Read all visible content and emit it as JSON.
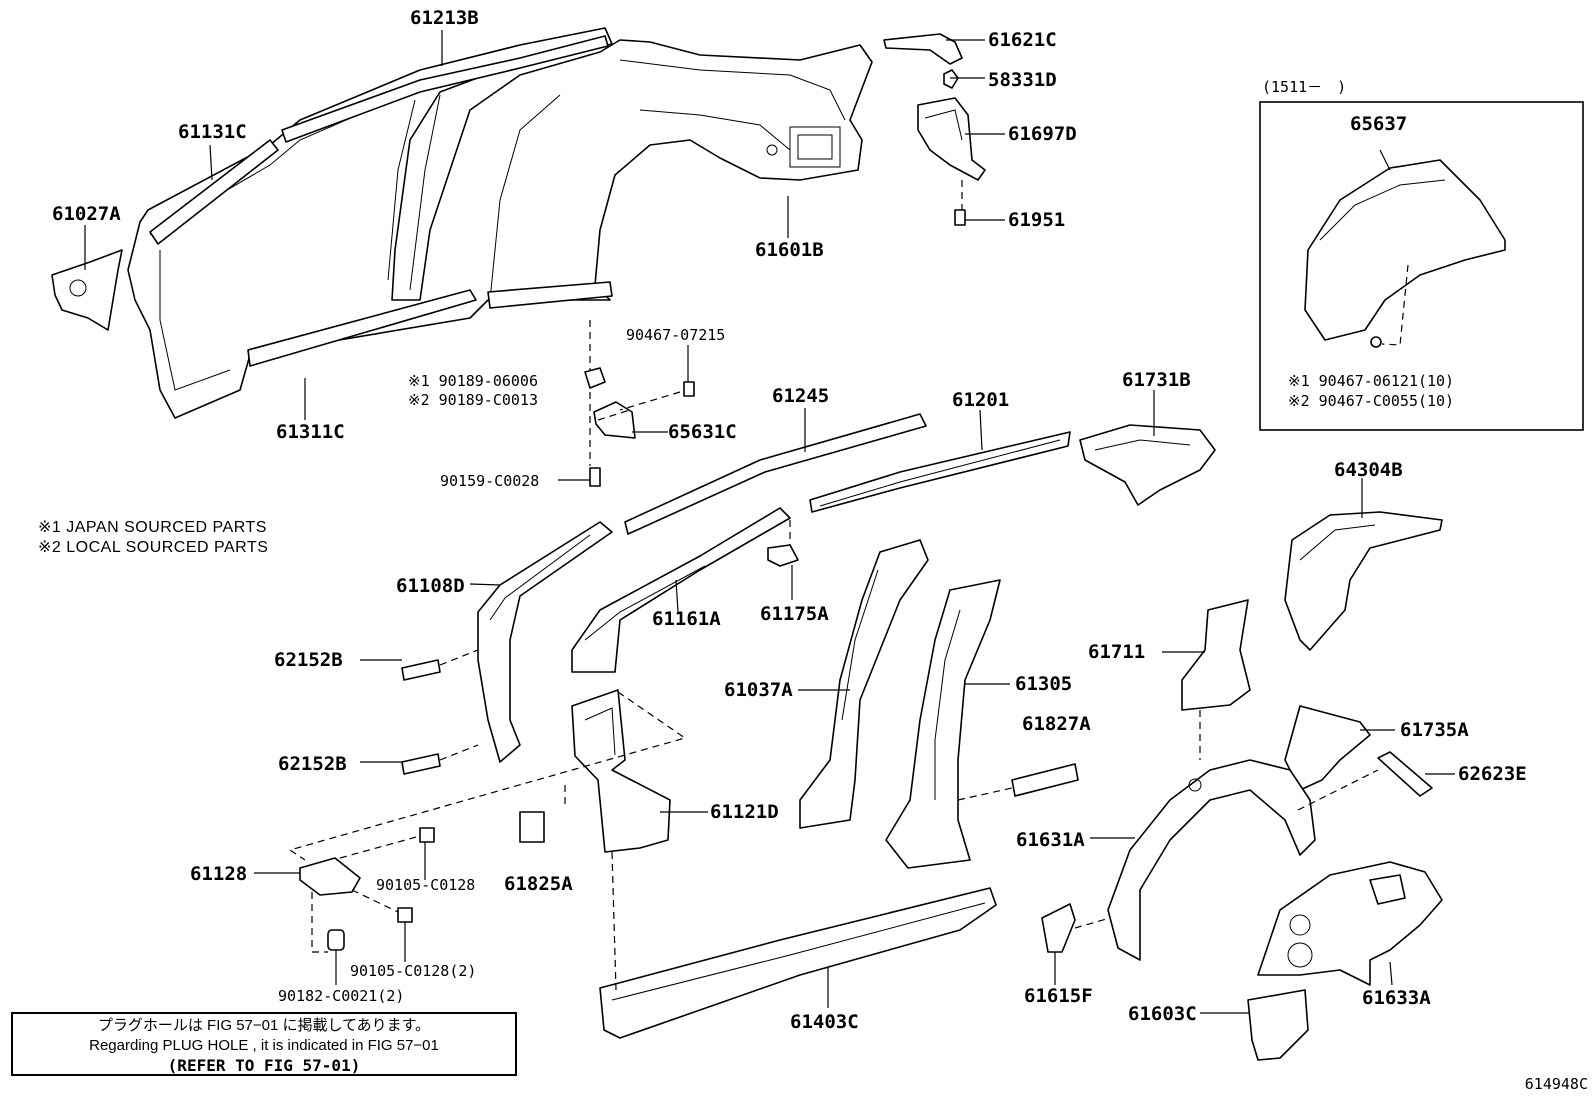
{
  "parts": {
    "p61213B": "61213B",
    "p61621C": "61621C",
    "p58331D": "58331D",
    "p61131C": "61131C",
    "p61697D": "61697D",
    "p61027A": "61027A",
    "p61951": "61951",
    "p61601B": "61601B",
    "p90467_07215": "90467-07215",
    "p90189_06006": "※1 90189-06006",
    "p90189_C0013": "※2 90189-C0013",
    "p61311C": "61311C",
    "p65631C": "65631C",
    "p90159_C0028": "90159-C0028",
    "p61245": "61245",
    "p61201": "61201",
    "p61731B": "61731B",
    "p64304B": "64304B",
    "p61108D": "61108D",
    "p61161A": "61161A",
    "p61175A": "61175A",
    "p62152B_1": "62152B",
    "p62152B_2": "62152B",
    "p61037A": "61037A",
    "p61305": "61305",
    "p61711": "61711",
    "p61827A": "61827A",
    "p61735A": "61735A",
    "p62623E": "62623E",
    "p61121D": "61121D",
    "p61631A": "61631A",
    "p61128": "61128",
    "p90105_C0128": "90105-C0128",
    "p61825A": "61825A",
    "p90105_C0128_2": "90105-C0128(2)",
    "p90182_C0021": "90182-C0021(2)",
    "p61615F": "61615F",
    "p61403C": "61403C",
    "p61603C": "61603C",
    "p61633A": "61633A"
  },
  "inset": {
    "range": "(1511－　)",
    "part": "65637",
    "line1": "※1 90467-06121(10)",
    "line2": "※2 90467-C0055(10)"
  },
  "legend": {
    "line1": "※1  JAPAN SOURCED PARTS",
    "line2": "※2  LOCAL SOURCED PARTS"
  },
  "plug_note": {
    "jp": "プラグホールは FIG 57−01 に掲載してあります。",
    "en": "Regarding  PLUG  HOLE , it is indicated in  FIG  57−01",
    "ref": "(REFER TO FIG 57-01)"
  },
  "figure_code": "614948C"
}
